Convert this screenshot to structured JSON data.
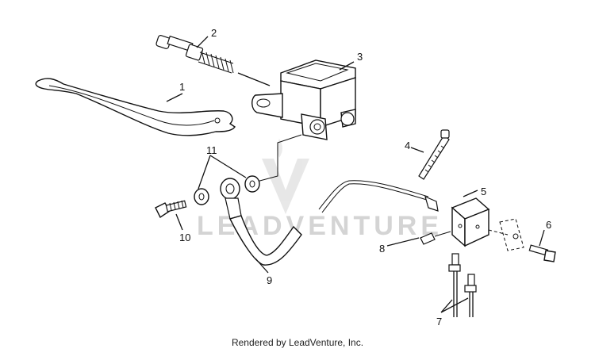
{
  "diagram": {
    "watermark": "LEADVENTURE",
    "footer": "Rendered by LeadVenture, Inc.",
    "callouts": [
      "1",
      "2",
      "3",
      "4",
      "5",
      "6",
      "7",
      "8",
      "9",
      "10",
      "11"
    ]
  }
}
